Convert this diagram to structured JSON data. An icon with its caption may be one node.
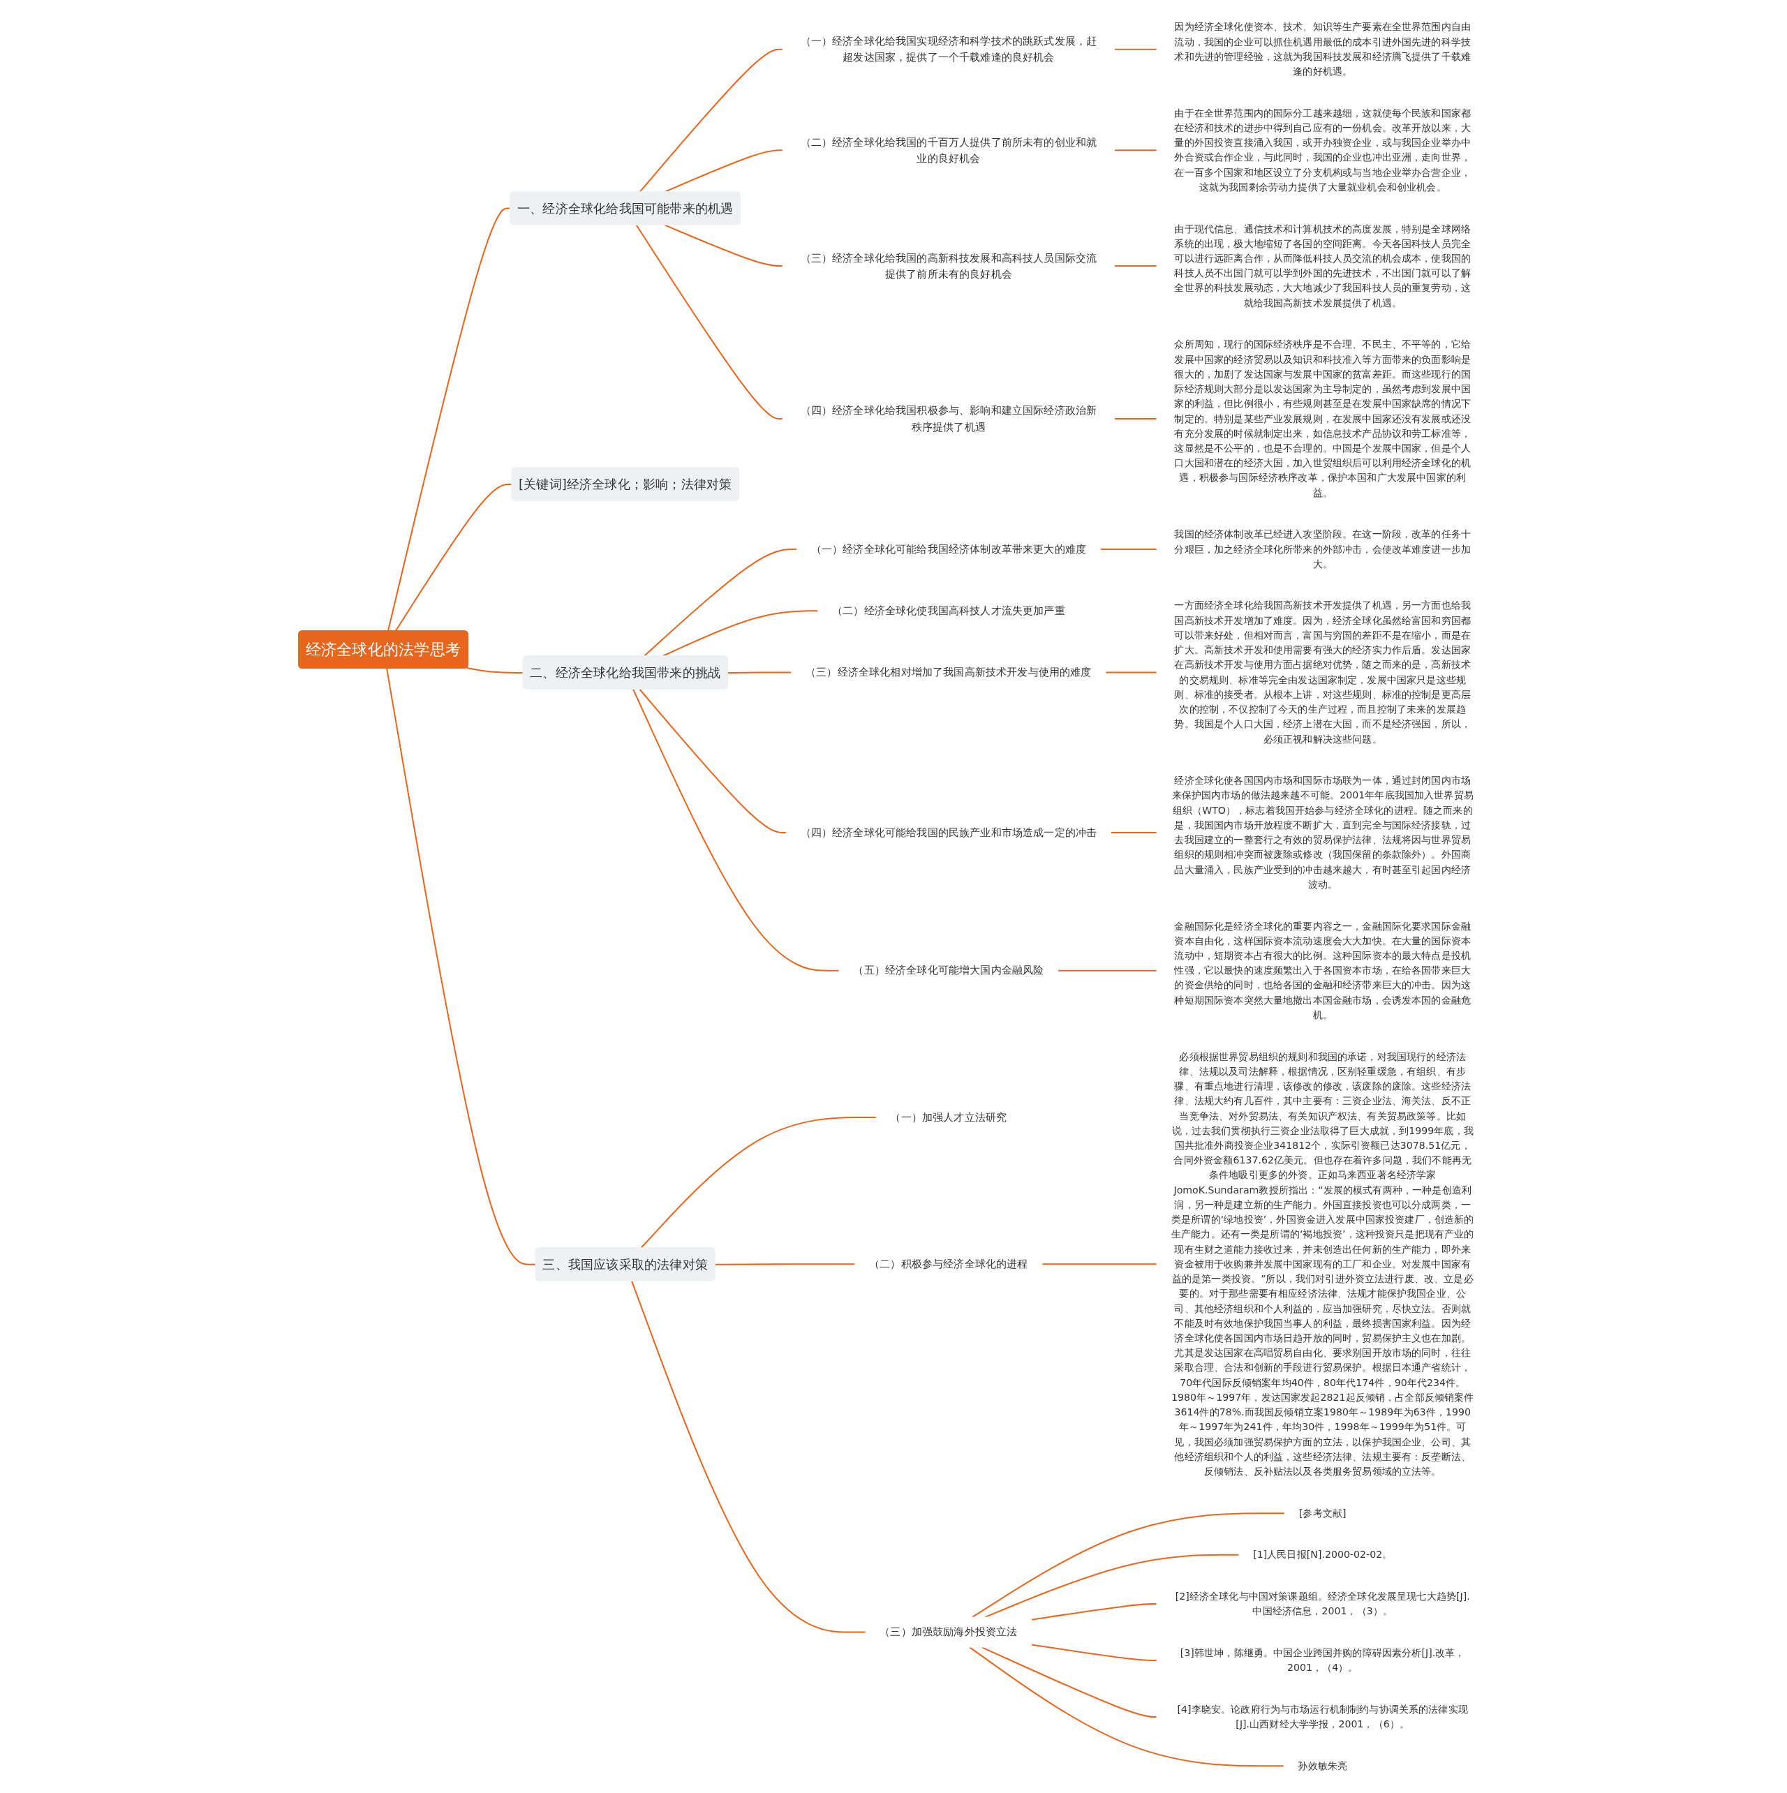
{
  "diagram": {
    "nodes": [
      {
        "text": [
          "经济全球化的法学思考"
        ]
      },
      {
        "text": [
          "一、经济全球化给我国可能带来的机遇"
        ]
      },
      {
        "text": [
          "（一）经济全球化给我国实现经济和科学技术的跳跃式发展，赶超发达国家，提供了一个千载难逢的良好机会"
        ]
      },
      {
        "text": [
          "因为经济全球化使资本、技术、知识等生产要素在全世界范围内自由流动，我国的企业可以抓住机遇用最低的成本引进外国先进的科学技术和先进的管理经验，这就为我国科技发展和经济腾飞提供了千载难逢的好机遇。"
        ]
      },
      {
        "text": [
          "（二）经济全球化给我国的千百万人提供了前所未有的创业和就业的良好机会"
        ]
      },
      {
        "text": [
          "由于在全世界范围内的国际分工越来越细，这就使每个民族和国家都在经济和技术的进步中得到自己应有的一份机会。改革开放以来，大量的外国投资直接涌入我国，或开办独资企业，或与我国企业举办中外合资或合作企业，与此同时，我国的企业也冲出亚洲，走向世界，在一百多个国家和地区设立了分支机构或与当地企业举办合营企业，这就为我国剩余劳动力提供了大量就业机会和创业机会。"
        ]
      },
      {
        "text": [
          "（三）经济全球化给我国的高新科技发展和高科技人员国际交流提供了前所未有的良好机会"
        ]
      },
      {
        "text": [
          "由于现代信息、通信技术和计算机技术的高度发展，特别是全球网络系统的出现，极大地缩短了各国的空间距离。今天各国科技人员完全可以进行远距离合作，从而降低科技人员交流的机会成本，使我国的科技人员不出国门就可以学到外国的先进技术，不出国门就可以了解全世界的科技发展动态，大大地减少了我国科技人员的重复劳动，这就给我国高新技术发展提供了机遇。"
        ]
      },
      {
        "text": [
          "（四）经济全球化给我国积极参与、影响和建立国际经济政治新秩序提供了机遇"
        ]
      },
      {
        "text": [
          "众所周知，现行的国际经济秩序是不合理、不民主、不平等的，它给发展中国家的经济贸易以及知识和科技准入等方面带来的负面影响是很大的，加剧了发达国家与发展中国家的贫富差距。而这些现行的国际经济规则大部分是以发达国家为主导制定的，虽然考虑到发展中国家的利益，但比例很小，有些规则甚至是在发展中国家缺席的情况下制定的。特别是某些产业发展规则，在发展中国家还没有发展或还没有充分发展的时候就制定出来，如信息技术产品协议和劳工标准等，这显然是不公平的，也是不合理的。中国是个发展中国家，但是个人口大国和潜在的经济大国，加入世贸组织后可以利用经济全球化的机遇，积极参与国际经济秩序改革，保护本国和广大发展中国家的利益。"
        ]
      },
      {
        "text": [
          "[关键词]经济全球化；影响；法律对策"
        ]
      },
      {
        "text": [
          "二、经济全球化给我国带来的挑战"
        ]
      },
      {
        "text": [
          "（一）经济全球化可能给我国经济体制改革带来更大的难度"
        ]
      },
      {
        "text": [
          "我国的经济体制改革已经进入攻坚阶段。在这一阶段，改革的任务十分艰巨，加之经济全球化所带来的外部冲击，会使改革难度进一步加大。"
        ]
      },
      {
        "text": [
          "（二）经济全球化使我国高科技人才流失更加严重"
        ]
      },
      {
        "text": [
          "（三）经济全球化相对增加了我国高新技术开发与使用的难度"
        ]
      },
      {
        "text": [
          "一方面经济全球化给我国高新技术开发提供了机遇，另一方面也给我国高新技术开发增加了难度。因为，经济全球化虽然给富国和穷国都可以带来好处，但相对而言，富国与穷国的差距不是在缩小，而是在扩大。高新技术开发和使用需要有强大的经济实力作后盾。发达国家在高新技术开发与使用方面占据绝对优势，随之而来的是，高新技术的交易规则、标准等完全由发达国家制定，发展中国家只是这些规则、标准的接受者。从根本上讲，对这些规则、标准的控制是更高层次的控制，不仅控制了今天的生产过程，而且控制了未来的发展趋势。我国是个人口大国，经济上潜在大国，而不是经济强国，所以，必须正视和解决这些问题。"
        ]
      },
      {
        "text": [
          "（四）经济全球化可能给我国的民族产业和市场造成一定的冲击"
        ]
      },
      {
        "text": [
          "经济全球化使各国国内市场和国际市场联为一体，通过封闭国内市场来保护国内市场的做法越来越不可能。2001年年底我国加入世界贸易组织（WTO），标志着我国开始参与经济全球化的进程。随之而来的是，我国国内市场开放程度不断扩大，直到完全与国际经济接轨，过去我国建立的一整套行之有效的贸易保护法律、法规将因与世界贸易组织的规则相冲突而被废除或修改（我国保留的条款除外）。外国商品大量涌入，民族产业受到的冲击越来越大，有时甚至引起国内经济波动。"
        ]
      },
      {
        "text": [
          "（五）经济全球化可能增大国内金融风险"
        ]
      },
      {
        "text": [
          "金融国际化是经济全球化的重要内容之一，金融国际化要求国际金融资本自由化，这样国际资本流动速度会大大加快。在大量的国际资本流动中，短期资本占有很大的比例。这种国际资本的最大特点是投机性强，它以最快的速度频繁出入于各国资本市场，在给各国带来巨大的资金供给的同时，也给各国的金融和经济带来巨大的冲击。因为这种短期国际资本突然大量地撤出本国金融市场，会诱发本国的金融危机。"
        ]
      },
      {
        "text": [
          "三、我国应该采取的法律对策"
        ]
      },
      {
        "text": [
          "（一）加强人才立法研究"
        ]
      },
      {
        "text": [
          "（二）积极参与经济全球化的进程"
        ]
      },
      {
        "text": [
          "必须根据世界贸易组织的规则和我国的承诺，对我国现行的经济法律、法规以及司法解释，根据情况，区别轻重缓急，有组织、有步骤、有重点地进行清理，该修改的修改，该废除的废除。这些经济法律、法规大约有几百件，其中主要有：三资企业法、海关法、反不正当竞争法、对外贸易法、有关知识产权法、有关贸易政策等。比如说，过去我们贯彻执行三资企业法取得了巨大成就，到1999年底，我国共批准外商投资企业341812个，实际引资额已达3078.51亿元，合同外资金额6137.62亿美元。但也存在着许多问题，我们不能再无条件地吸引更多的外资。正如马来西亚著名经济学家JomoK.Sundaram教授所指出：“发展的模式有两种，一种是创造利润，另一种是建立新的生产能力。外国直接投资也可以分成两类，一类是所谓的‘绿地投资’，外国资金进入发展中国家投资建厂，创造新的生产能力。还有一类是所谓的‘褐地投资’，这种投资只是把现有产业的现有生财之道能力接收过来，并未创造出任何新的生产能力，即外来资金被用于收购兼并发展中国家现有的工厂和企业。对发展中国家有益的是第一类投资。”所以，我们对引进外资立法进行废、改、立是必要的。对于那些需要有相应经济法律、法规才能保护我国企业、公司、其他经济组织和个人利益的，应当加强研究，尽快立法。否则就不能及时有效地保护我国当事人的利益，最终损害国家利益。因为经济全球化使各国国内市场日趋开放的同时，贸易保护主义也在加剧。尤其是发达国家在高唱贸易自由化、要求别国开放市场的同时，往往采取合理、合法和创新的手段进行贸易保护。根据日本通产省统计，70年代国际反倾销案年均40件，80年代174件，90年代234件。1980年～1997年，发达国家发起2821起反倾销，占全部反倾销案件3614件的78%.而我国反倾销立案1980年～1989年为63件，1990年～1997年为241件，年均30件，1998年～1999年为51件。可见，我国必须加强贸易保护方面的立法，以保护我国企业、公司、其他经济组织和个人的利益，这些经济法律、法规主要有：反垄断法、反倾销法、反补贴法以及各类服务贸易领域的立法等。"
        ]
      },
      {
        "text": [
          "（三）加强鼓励海外投资立法"
        ]
      },
      {
        "text": [
          "[参考文献]"
        ]
      },
      {
        "text": [
          "[1]人民日报[N].2000-02-02。"
        ]
      },
      {
        "text": [
          "[2]经济全球化与中国对策课题组。经济全球化发展呈现七大趋势[J].中国经济信息，2001，（3）。"
        ]
      },
      {
        "text": [
          "[3]韩世坤，陈继勇。中国企业跨国并购的障碍因素分析[J].改革，2001，（4）。"
        ]
      },
      {
        "text": [
          "[4]李晓安。论政府行为与市场运行机制制约与协调关系的法律实现[J].山西财经大学学报，2001，（6）。"
        ]
      },
      {
        "text": [
          "孙效敏朱亮"
        ]
      }
    ],
    "edges": [
      {
        "from": 0,
        "to": 1,
        "arrow": "none"
      },
      {
        "from": 1,
        "to": 2,
        "arrow": "none"
      },
      {
        "from": 2,
        "to": 3,
        "arrow": "none"
      },
      {
        "from": 1,
        "to": 4,
        "arrow": "none"
      },
      {
        "from": 4,
        "to": 5,
        "arrow": "none"
      },
      {
        "from": 1,
        "to": 6,
        "arrow": "none"
      },
      {
        "from": 6,
        "to": 7,
        "arrow": "none"
      },
      {
        "from": 1,
        "to": 8,
        "arrow": "none"
      },
      {
        "from": 8,
        "to": 9,
        "arrow": "none"
      },
      {
        "from": 0,
        "to": 10,
        "arrow": "none"
      },
      {
        "from": 0,
        "to": 11,
        "arrow": "none"
      },
      {
        "from": 11,
        "to": 12,
        "arrow": "none"
      },
      {
        "from": 12,
        "to": 13,
        "arrow": "none"
      },
      {
        "from": 11,
        "to": 14,
        "arrow": "none"
      },
      {
        "from": 11,
        "to": 15,
        "arrow": "none"
      },
      {
        "from": 15,
        "to": 16,
        "arrow": "none"
      },
      {
        "from": 11,
        "to": 17,
        "arrow": "none"
      },
      {
        "from": 17,
        "to": 18,
        "arrow": "none"
      },
      {
        "from": 11,
        "to": 19,
        "arrow": "none"
      },
      {
        "from": 19,
        "to": 20,
        "arrow": "none"
      },
      {
        "from": 0,
        "to": 21,
        "arrow": "none"
      },
      {
        "from": 21,
        "to": 22,
        "arrow": "none"
      },
      {
        "from": 21,
        "to": 23,
        "arrow": "none"
      },
      {
        "from": 23,
        "to": 24,
        "arrow": "none"
      },
      {
        "from": 21,
        "to": 25,
        "arrow": "none"
      },
      {
        "from": 25,
        "to": 26,
        "arrow": "none"
      },
      {
        "from": 25,
        "to": 27,
        "arrow": "none"
      },
      {
        "from": 25,
        "to": 28,
        "arrow": "none"
      },
      {
        "from": 25,
        "to": 29,
        "arrow": "none"
      },
      {
        "from": 25,
        "to": 30,
        "arrow": "none"
      },
      {
        "from": 25,
        "to": 31,
        "arrow": "none"
      }
    ]
  }
}
